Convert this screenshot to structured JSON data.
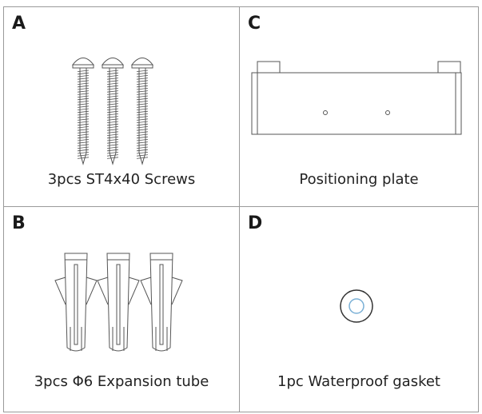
{
  "panels": {
    "a": {
      "letter": "A",
      "caption": "3pcs ST4x40 Screws",
      "icon": "screw-icon"
    },
    "c": {
      "letter": "C",
      "caption": "Positioning plate",
      "icon": "positioning-plate-icon"
    },
    "b": {
      "letter": "B",
      "caption": "3pcs Φ6 Expansion tube",
      "icon": "expansion-tube-icon"
    },
    "d": {
      "letter": "D",
      "caption": "1pc Waterproof gasket",
      "icon": "gasket-icon"
    }
  },
  "colors": {
    "line": "#555555",
    "border": "#9a9a9a",
    "gasket_inner": "#7ab0d6"
  }
}
